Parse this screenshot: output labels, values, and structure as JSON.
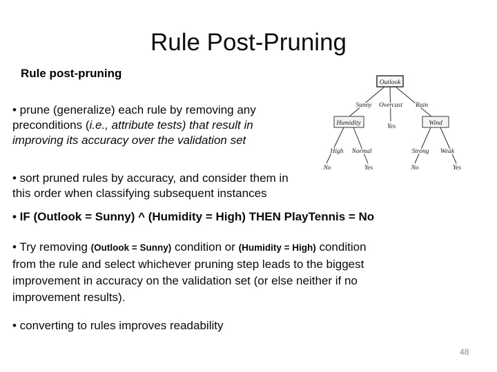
{
  "slide": {
    "title": "Rule Post-Pruning",
    "subheading": "Rule post-pruning",
    "page_number": "48"
  },
  "bullets": {
    "prune": {
      "regular": "• prune (generalize) each rule by removing any preconditions (",
      "italic": "i.e., attribute tests) that result in improving its accuracy over the validation set"
    },
    "sort": "• sort pruned rules by accuracy, and consider them in this order when classifying subsequent instances",
    "if_rule": "• IF (Outlook = Sunny) ^ (Humidity = High) THEN PlayTennis = No",
    "try": {
      "part1": "• Try removing ",
      "cond1": "(Outlook = Sunny)",
      "part2": " condition or ",
      "cond2": "(Humidity = High)",
      "part3": " condition from the rule and select whichever pruning step leads to the biggest improvement in accuracy on the validation set (or else neither if no improvement results)."
    },
    "converting": "• converting to rules improves readability"
  },
  "tree": {
    "root": "Outlook",
    "branches": {
      "sunny": "Sunny",
      "overcast": "Overcast",
      "rain": "Rain",
      "high": "High",
      "normal": "Normal",
      "strong": "Strong",
      "weak": "Weak"
    },
    "nodes": {
      "humidity": "Humidity",
      "wind": "Wind"
    },
    "leaves": {
      "overcast": "Yes",
      "high": "No",
      "normal": "Yes",
      "strong": "No",
      "weak": "Yes"
    }
  },
  "colors": {
    "background": "#ffffff",
    "text": "#000000",
    "page_number": "#8a8a8a",
    "tree_line": "#2a2a2a",
    "node_fill": "#f4f4f4",
    "node_border": "#3a3a3a"
  }
}
